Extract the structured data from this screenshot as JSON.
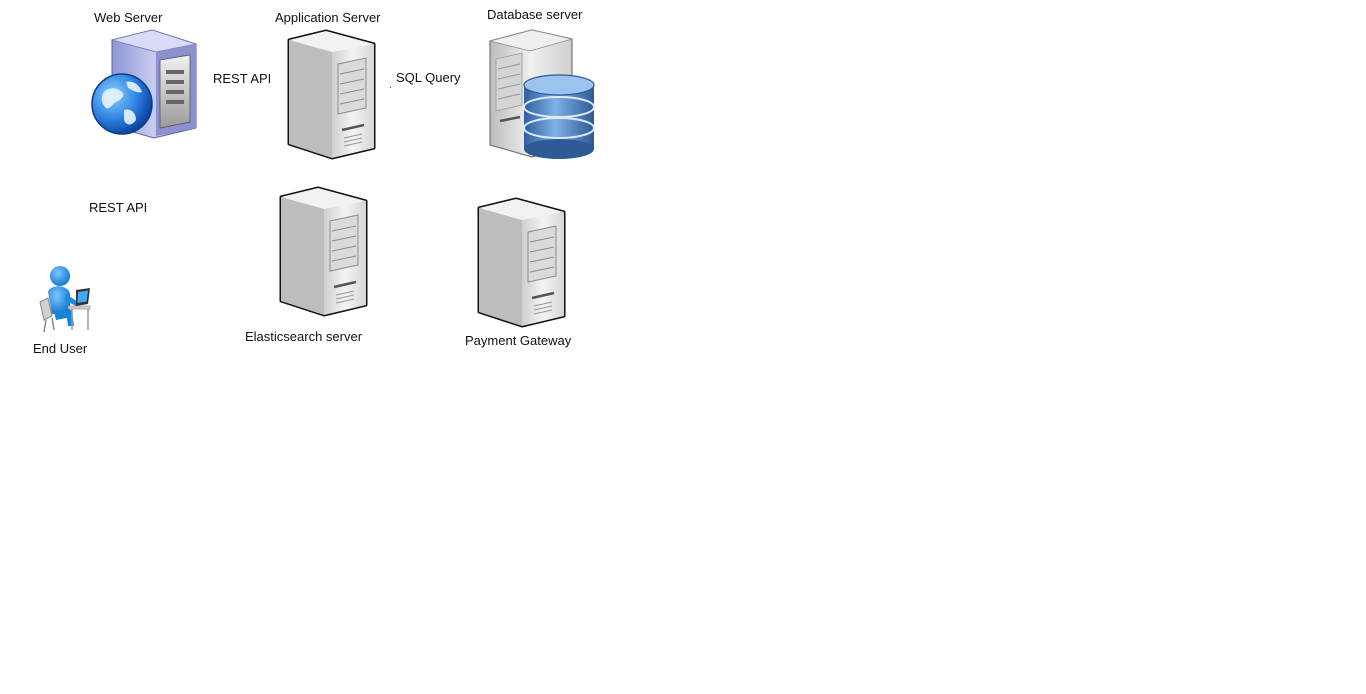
{
  "nodes": {
    "web_server": {
      "label": "Web Server",
      "icon": "web-server-globe-icon"
    },
    "application_server": {
      "label": "Application Server",
      "icon": "server-tower-icon"
    },
    "database_server": {
      "label": "Database server",
      "icon": "database-server-icon"
    },
    "elasticsearch_server": {
      "label": "Elasticsearch server",
      "icon": "server-tower-icon"
    },
    "payment_gateway": {
      "label": "Payment Gateway",
      "icon": "server-tower-icon"
    },
    "end_user": {
      "label": "End User",
      "icon": "user-at-laptop-icon"
    }
  },
  "connections": {
    "web_to_app": {
      "label": "REST API"
    },
    "app_to_db": {
      "label": "SQL Query"
    },
    "user_to_web": {
      "label": "REST API"
    }
  },
  "colors": {
    "server_body": "#e6e6e6",
    "server_outline": "#111111",
    "globe_blue": "#1f6fd6",
    "cylinder_blue": "#5b8fcb",
    "user_blue": "#1b8fe0",
    "webserver_body": "#b9bde8"
  }
}
